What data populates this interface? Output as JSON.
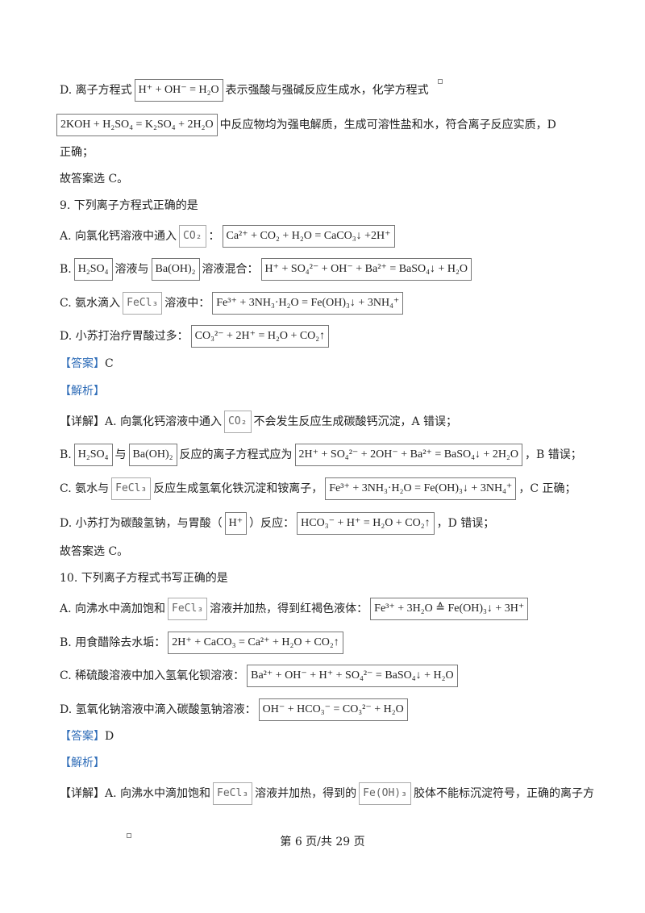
{
  "lines": {
    "d8_prefix": "D. 离子方程式",
    "d8_f1": "H⁺ + OH⁻ = H₂O",
    "d8_suffix": "表示强酸与强碱反应生成水，化学方程式",
    "d8b_f1": "2KOH + H₂SO₄ = K₂SO₄ + 2H₂O",
    "d8b_suffix": "中反应物均为强电解质，生成可溶性盐和水，符合离子反应实质，D",
    "d8c": "正确；",
    "ans8": "故答案选 C。",
    "q9": "9. 下列离子方程式正确的是",
    "q9a_prefix": "A. 向氯化钙溶液中通入",
    "q9a_f1": "CO₂",
    "q9a_sep": "：",
    "q9a_f2": "Ca²⁺ + CO₂ + H₂O = CaCO₃↓ +2H⁺",
    "q9b_prefix": "B.",
    "q9b_f1": "H₂SO₄",
    "q9b_mid1": "溶液与",
    "q9b_f2": "Ba(OH)₂",
    "q9b_mid2": "溶液混合：",
    "q9b_f3": "H⁺ + SO₄²⁻ + OH⁻ + Ba²⁺ = BaSO₄↓ + H₂O",
    "q9c_prefix": "C. 氨水滴入",
    "q9c_f1": "FeCl₃",
    "q9c_mid": "溶液中：",
    "q9c_f2": "Fe³⁺ + 3NH₃·H₂O = Fe(OH)₃↓ + 3NH₄⁺",
    "q9d_prefix": "D. 小苏打治疗胃酸过多：",
    "q9d_f1": "CO₃²⁻ + 2H⁺ = H₂O + CO₂↑",
    "ans_label": "【答案】",
    "ans9": "C",
    "jx_label": "【解析】",
    "xj_label": "【详解】",
    "x9a_prefix": "A. 向氯化钙溶液中通入",
    "x9a_f1": "CO₂",
    "x9a_suffix": "不会发生反应生成碳酸钙沉淀，A 错误；",
    "x9b_prefix": "B.",
    "x9b_f1": "H₂SO₄",
    "x9b_mid1": "与",
    "x9b_f2": "Ba(OH)₂",
    "x9b_mid2": "反应的离子方程式应为",
    "x9b_f3": "2H⁺ + SO₄²⁻ + 2OH⁻ + Ba²⁺ = BaSO₄↓ + 2H₂O",
    "x9b_suffix": "，B 错误；",
    "x9c_prefix": "C. 氨水与",
    "x9c_f1": "FeCl₃",
    "x9c_mid": "反应生成氢氧化铁沉淀和铵离子，",
    "x9c_f2": "Fe³⁺ + 3NH₃·H₂O = Fe(OH)₃↓ + 3NH₄⁺",
    "x9c_suffix": "，C 正确；",
    "x9d_prefix": "D. 小苏打为碳酸氢钠，与胃酸（",
    "x9d_f1": "H⁺",
    "x9d_mid": "）反应：",
    "x9d_f2": "HCO₃⁻ + H⁺ = H₂O + CO₂↑",
    "x9d_suffix": "，D 错误；",
    "ans9b": "故答案选 C。",
    "q10": "10. 下列离子方程式书写正确的是",
    "q10a_prefix": "A. 向沸水中滴加饱和",
    "q10a_f1": "FeCl₃",
    "q10a_mid": "溶液并加热，得到红褐色液体：",
    "q10a_f2": "Fe³⁺ + 3H₂O ≙ Fe(OH)₃↓ + 3H⁺",
    "q10b_prefix": "B. 用食醋除去水垢：",
    "q10b_f1": "2H⁺ + CaCO₃ = Ca²⁺ + H₂O + CO₂↑",
    "q10c_prefix": "C. 稀硫酸溶液中加入氢氧化钡溶液：",
    "q10c_f1": "Ba²⁺ + OH⁻ + H⁺ + SO₄²⁻ = BaSO₄↓ + H₂O",
    "q10d_prefix": "D. 氢氧化钠溶液中滴入碳酸氢钠溶液：",
    "q10d_f1": "OH⁻ + HCO₃⁻ = CO₃²⁻ + H₂O",
    "ans10": "D",
    "x10a_prefix": "A. 向沸水中滴加饱和",
    "x10a_f1": "FeCl₃",
    "x10a_mid": "溶液并加热，得到的",
    "x10a_f2": "Fe(OH)₃",
    "x10a_suffix": "胶体不能标沉淀符号，正确的离子方"
  },
  "footer": "第 6 页/共 29 页",
  "colors": {
    "accent": "#2f6db8",
    "text": "#222222",
    "border": "#777777"
  }
}
